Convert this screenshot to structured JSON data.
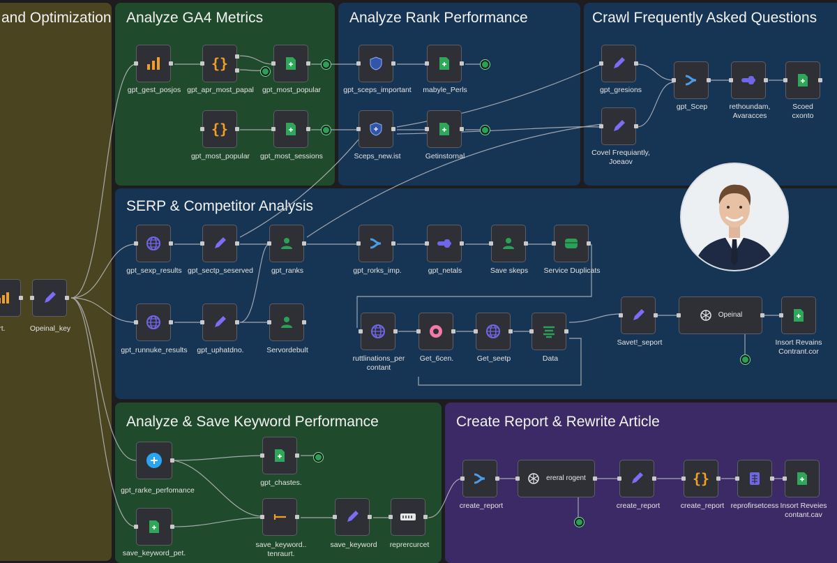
{
  "groups": {
    "optimization": {
      "title": "and Optimization",
      "color": "#4a4420"
    },
    "ga4": {
      "title": "Analyze GA4 Metrics",
      "color": "#1f4a2c"
    },
    "rank": {
      "title": "Analyze Rank Performance",
      "color": "#163453"
    },
    "faq": {
      "title": "Crawl Frequently Asked Questions",
      "color": "#163453"
    },
    "serp": {
      "title": "SERP & Competitor Analysis",
      "color": "#163453"
    },
    "keyword": {
      "title": "Analyze & Save Keyword Performance",
      "color": "#1f4a2c"
    },
    "report": {
      "title": "Create Report & Rewrite Article",
      "color": "#3b2a66"
    }
  },
  "nodes": {
    "opt_report": {
      "label": "ort.",
      "icon": "bar-chart-icon"
    },
    "opt_key": {
      "label": "Opeinal_key",
      "icon": "pencil-icon"
    },
    "ga4_posjos": {
      "label": "gpt_gest_posjos",
      "icon": "bar-chart-icon"
    },
    "ga4_papal": {
      "label": "gpt_apr_most_papal",
      "icon": "code-braces-icon"
    },
    "ga4_popular1": {
      "label": "gpt_most_popular",
      "icon": "sheets-icon"
    },
    "ga4_popular2": {
      "label": "gpt_most_popular",
      "icon": "code-braces-icon"
    },
    "ga4_sessions": {
      "label": "gpt_most_sessions",
      "icon": "sheets-icon"
    },
    "rank_important": {
      "label": "gpt_sceps_important",
      "icon": "shield-icon"
    },
    "rank_perls": {
      "label": "mabyle_Perls",
      "icon": "sheets-icon"
    },
    "rank_newlist": {
      "label": "Sceps_new.ist",
      "icon": "shield-icon"
    },
    "rank_getinstornal": {
      "label": "Getinstornal",
      "icon": "sheets-icon"
    },
    "faq_gresions": {
      "label": "gpt_gresions",
      "icon": "pencil-icon"
    },
    "faq_covel": {
      "label": "Covel Frequiantly, Joeaov",
      "icon": "pencil-icon"
    },
    "faq_scep": {
      "label": "gpt_Scep",
      "icon": "merge-icon"
    },
    "faq_rethoundam": {
      "label": "rethoundam, Avaracces",
      "icon": "toggle-icon"
    },
    "faq_scoed": {
      "label": "Scoed cxonto",
      "icon": "sheets-icon"
    },
    "serp_results": {
      "label": "gpt_sexp_results",
      "icon": "globe-icon"
    },
    "serp_seserved": {
      "label": "gpt_sectp_seserved",
      "icon": "pencil-icon"
    },
    "serp_ranks": {
      "label": "gpt_ranks",
      "icon": "user-icon"
    },
    "serp_rorksimp": {
      "label": "gpt_rorks_imp.",
      "icon": "merge-icon"
    },
    "serp_netals": {
      "label": "gpt_netals",
      "icon": "toggle-icon"
    },
    "serp_saveskeps": {
      "label": "Save skeps",
      "icon": "user-icon"
    },
    "serp_duplicats": {
      "label": "Service Duplicats",
      "icon": "database-icon"
    },
    "serp_runnuke": {
      "label": "gpt_runnuke_results",
      "icon": "globe-icon"
    },
    "serp_uphatdno": {
      "label": "gpt_uphatdno.",
      "icon": "pencil-icon"
    },
    "serp_servordebult": {
      "label": "Servordebult",
      "icon": "user-icon"
    },
    "serp_ruttlinations": {
      "label": "ruttlinations_per contant",
      "icon": "globe-icon"
    },
    "serp_get6cen": {
      "label": "Get_6cen.",
      "icon": "circle-icon"
    },
    "serp_getseetp": {
      "label": "Get_seetp",
      "icon": "globe-icon"
    },
    "serp_data": {
      "label": "Data",
      "icon": "list-icon"
    },
    "serp_savetseport": {
      "label": "Savet!_seport",
      "icon": "pencil-icon"
    },
    "serp_openai": {
      "label": "Opeinal",
      "icon": "openai-icon"
    },
    "serp_insortrevains": {
      "label": "Insort Revains Contrant.cor",
      "icon": "sheets-icon"
    },
    "kw_perfomance": {
      "label": "gpt_rarke_perfomance",
      "icon": "plus-circle-icon"
    },
    "kw_chastes": {
      "label": "gpt_chastes.",
      "icon": "sheets-icon"
    },
    "kw_savepet": {
      "label": "save_keyword_pet.",
      "icon": "sheets-icon"
    },
    "kw_tenraurt": {
      "label": "save_keyword.. tenraurt.",
      "icon": "arrow-left-icon"
    },
    "kw_savekeyword": {
      "label": "save_keyword",
      "icon": "pencil-icon"
    },
    "kw_reprercurcet": {
      "label": "reprercurcet",
      "icon": "api-badge-icon"
    },
    "rep_create1": {
      "label": "create_report",
      "icon": "merge-icon"
    },
    "rep_agent": {
      "label": "ereral rogent",
      "icon": "openai-icon"
    },
    "rep_create2": {
      "label": "create_report",
      "icon": "pencil-icon"
    },
    "rep_create3": {
      "label": "create_report",
      "icon": "code-braces-icon"
    },
    "rep_reprofirsetcess": {
      "label": "reprofirsetcess",
      "icon": "calculator-icon"
    },
    "rep_insortreveies": {
      "label": "Insort Reveies contant.cav",
      "icon": "sheets-icon"
    }
  },
  "colors": {
    "accent_orange": "#f0a02a",
    "accent_purple": "#7c6cf6",
    "accent_green": "#30a65a",
    "accent_pink": "#f27aa8",
    "accent_blue": "#2aa6f0"
  }
}
